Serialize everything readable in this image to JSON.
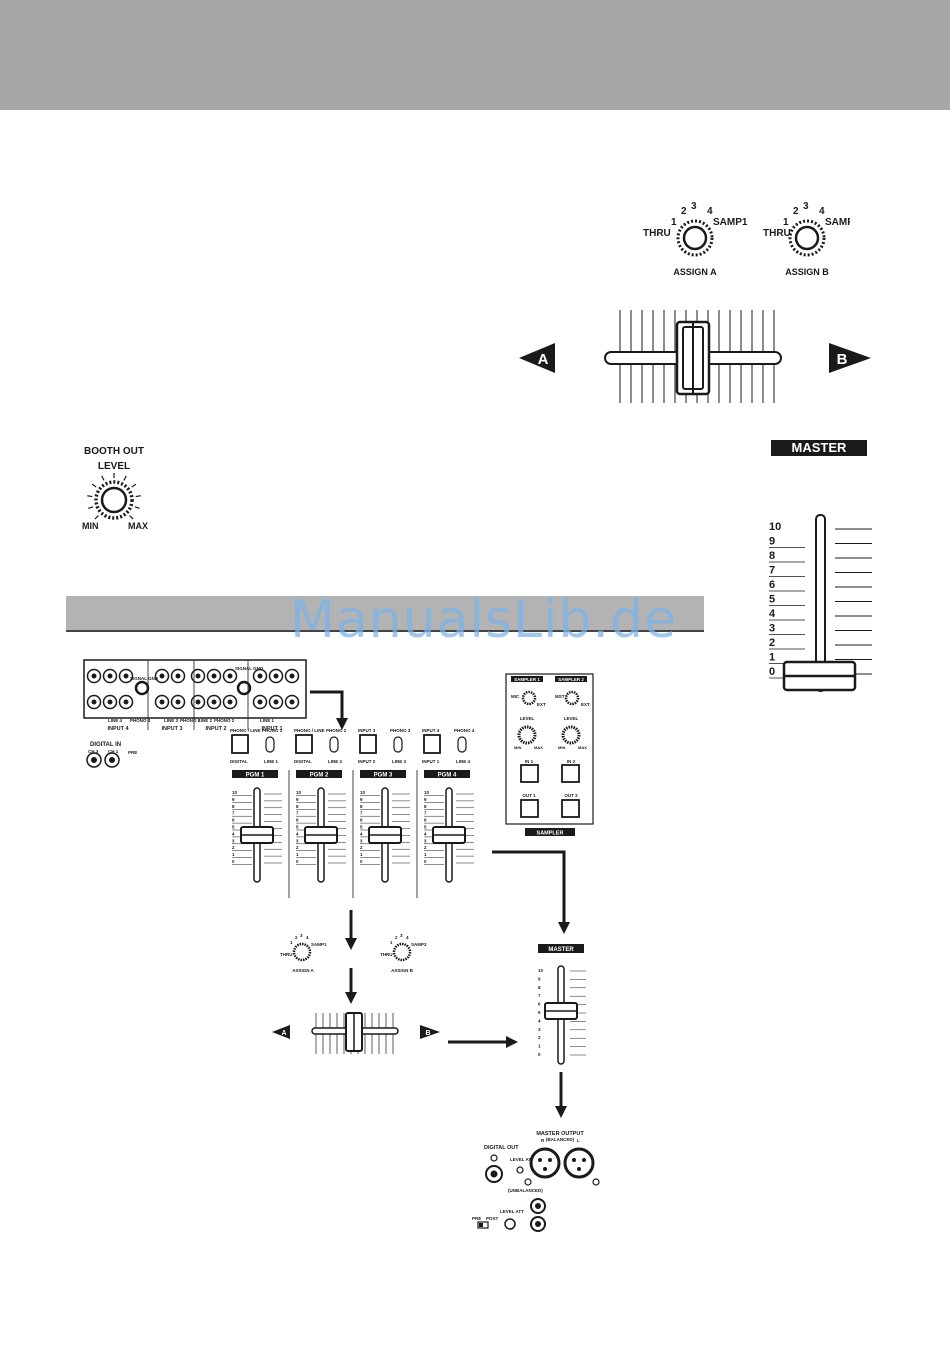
{
  "watermark": "ManualsLib.de",
  "assign_a": {
    "positions": [
      "1",
      "2",
      "3",
      "4"
    ],
    "thru": "THRU",
    "samp": "SAMP1",
    "label": "ASSIGN A"
  },
  "assign_b": {
    "positions": [
      "1",
      "2",
      "3",
      "4"
    ],
    "thru": "THRU",
    "samp": "SAMP2",
    "label": "ASSIGN B"
  },
  "crossfader": {
    "left": "A",
    "right": "B"
  },
  "booth": {
    "title": "BOOTH OUT",
    "label": "LEVEL",
    "min": "MIN",
    "max": "MAX"
  },
  "master": {
    "label": "MASTER",
    "scale": [
      "10",
      "9",
      "8",
      "7",
      "6",
      "5",
      "4",
      "3",
      "2",
      "1",
      "0"
    ]
  },
  "rear_panel": {
    "inputs": [
      "INPUT 4",
      "INPUT 3",
      "INPUT 2",
      "INPUT 1"
    ],
    "line_labels": [
      "LINE 4",
      "PHONO 4",
      "LINE 3",
      "PHONO 3",
      "LINE 2",
      "PHONO 2",
      "LINE 1"
    ],
    "signal_gnd": "SIGNAL GND",
    "digital_in": "DIGITAL IN",
    "digital_ch": [
      "CH 3",
      "CH 1"
    ],
    "pre": "PRE"
  },
  "channels": [
    {
      "sel_top": "PHONO / LINE",
      "sel_bottom": "DIGITAL",
      "right_top": "PHONO 1",
      "right_bottom": "LINE 1",
      "pgm": "PGM 1"
    },
    {
      "sel_top": "PHONO / LINE",
      "sel_bottom": "DIGITAL",
      "right_top": "PHONO 2",
      "right_bottom": "LINE 2",
      "pgm": "PGM 2"
    },
    {
      "sel_top": "INPUT 3",
      "sel_bottom": "INPUT 2",
      "right_top": "PHONO 3",
      "right_bottom": "LINE 3",
      "pgm": "PGM 3"
    },
    {
      "sel_top": "INPUT 4",
      "sel_bottom": "INPUT 1",
      "right_top": "PHONO 4",
      "right_bottom": "LINE 4",
      "pgm": "PGM 4"
    }
  ],
  "sampler": {
    "units": [
      "SAMPLER 1",
      "SAMPLER 2"
    ],
    "modes": [
      "MIC",
      "MST",
      "EXT"
    ],
    "level": "LEVEL",
    "min": "MIN",
    "max": "MAX",
    "in_buttons": [
      "IN 1",
      "IN 2"
    ],
    "out_buttons": [
      "OUT 1",
      "OUT 2"
    ],
    "label": "SAMPLER"
  },
  "output_panel": {
    "digital_out": "DIGITAL OUT",
    "master_output": "MASTER OUTPUT",
    "balanced": "(BALANCED)",
    "level_att": "LEVEL ATT",
    "unbalanced": "(UNBALANCED)",
    "pre": "PRE",
    "post": "POST",
    "r": "R",
    "l": "L"
  }
}
